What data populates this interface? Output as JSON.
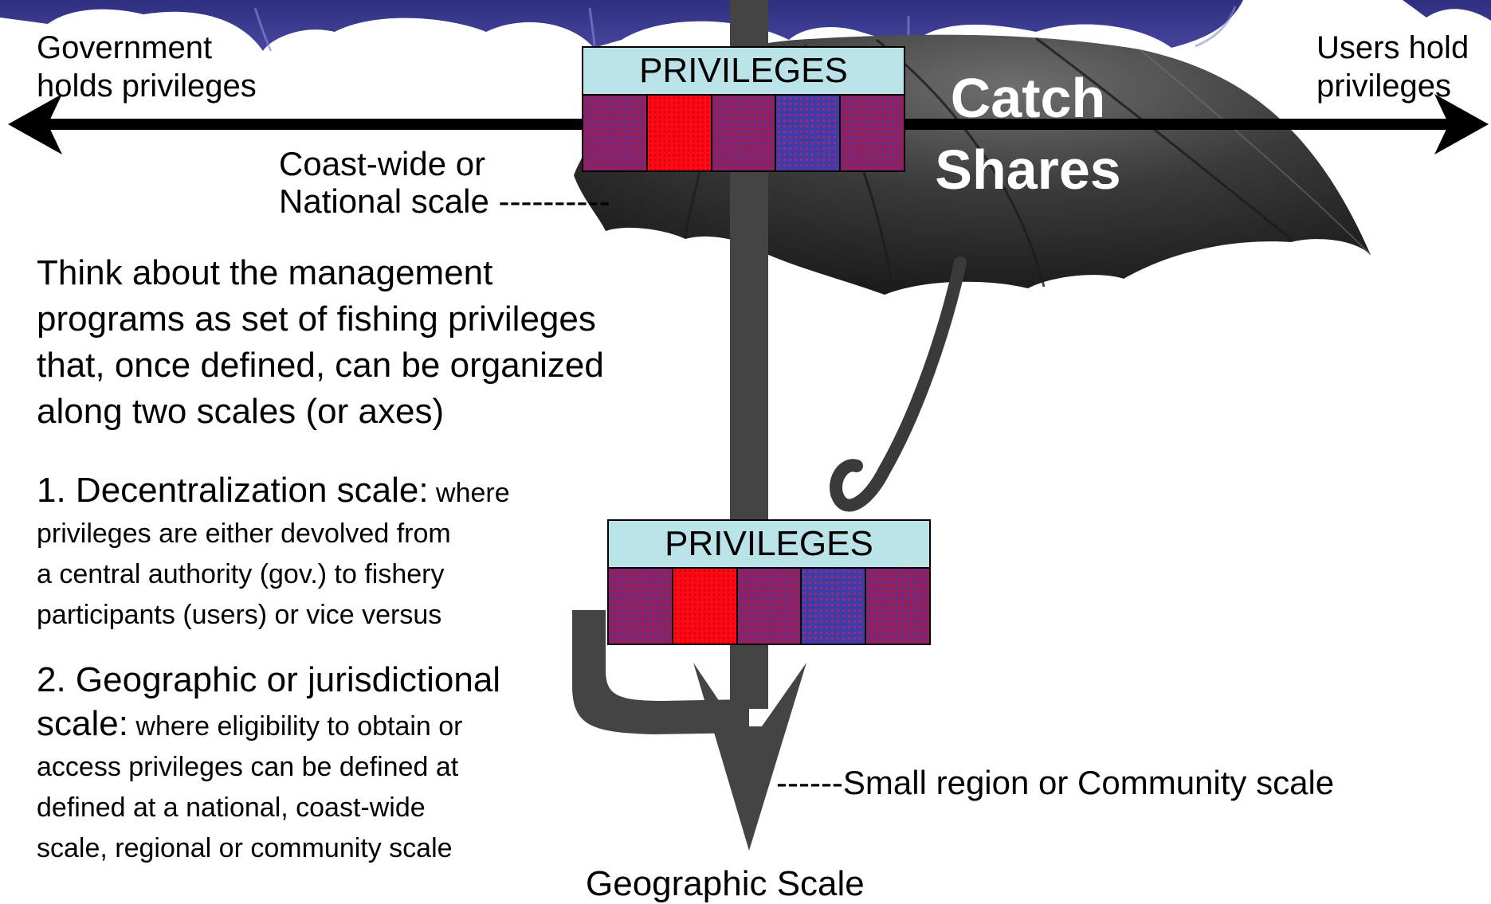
{
  "diagram": {
    "top_axis": {
      "left_label": "Government\nholds privileges",
      "right_label": "Users hold\nprivileges"
    },
    "catch_shares_label": "Catch\nShares",
    "coast_label": "Coast-wide or\nNational scale  ----------",
    "small_region_label": "------Small region or Community scale",
    "geographic_label": "Geographic Scale",
    "privileges_box_top": {
      "title": "PRIVILEGES",
      "cells": [
        "mixed",
        "red",
        "mixed",
        "blue",
        "mixed"
      ]
    },
    "privileges_box_bottom": {
      "title": "PRIVILEGES",
      "cells": [
        "mixed",
        "red",
        "mixed",
        "blue",
        "mixed"
      ]
    }
  },
  "text": {
    "intro": "Think about the management\nprograms as set of fishing privileges\nthat, once defined, can be organized\nalong two scales (or axes)",
    "item1_lead": "1. Decentralization scale:",
    "item1_body": " where\nprivileges are either devolved from\na central authority (gov.) to fishery\nparticipants (users) or vice versus",
    "item2_lead": "2. Geographic or jurisdictional\nscale:",
    "item2_body": " where eligibility to obtain or\naccess privileges can be defined at\ndefined at a national, coast-wide\nscale, regional or community scale"
  },
  "colors": {
    "canopy_blue": "#3b3a8f",
    "umbrella_dark": "#2b2b2b",
    "shaft": "#444444",
    "privileges_header": "#b9e3e6",
    "cell_red": "#ff0a14",
    "cell_mixed": "#92205e",
    "cell_blue": "#3d3ca8"
  },
  "icons": [
    "umbrella-canopy",
    "umbrella-handle",
    "curved-arrow",
    "double-headed-arrow",
    "down-arrow"
  ]
}
